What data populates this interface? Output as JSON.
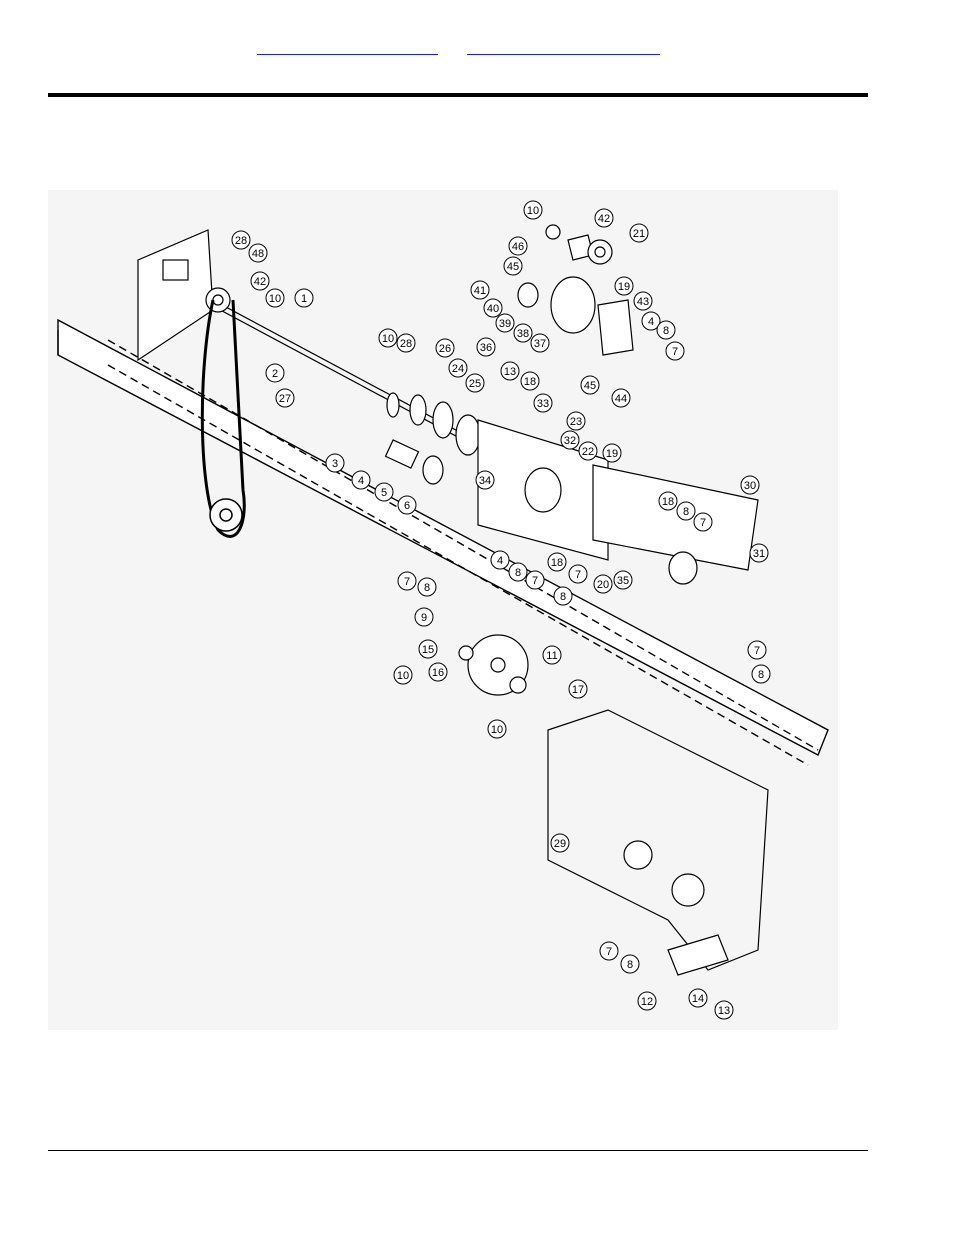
{
  "header": {
    "link_left": "",
    "link_right": ""
  },
  "diagram": {
    "callouts": [
      "10",
      "42",
      "21",
      "46",
      "45",
      "19",
      "43",
      "41",
      "40",
      "39",
      "38",
      "37",
      "36",
      "4",
      "8",
      "7",
      "45",
      "44",
      "28",
      "48",
      "42",
      "10",
      "1",
      "10",
      "28",
      "26",
      "24",
      "25",
      "13",
      "18",
      "33",
      "23",
      "32",
      "22",
      "19",
      "2",
      "27",
      "3",
      "4",
      "5",
      "6",
      "34",
      "30",
      "18",
      "8",
      "7",
      "31",
      "4",
      "8",
      "7",
      "18",
      "7",
      "20",
      "35",
      "7",
      "8",
      "8",
      "9",
      "15",
      "11",
      "16",
      "10",
      "10",
      "7",
      "8",
      "17",
      "29",
      "7",
      "8",
      "12",
      "14",
      "13"
    ]
  },
  "footer": {
    "text": ""
  }
}
